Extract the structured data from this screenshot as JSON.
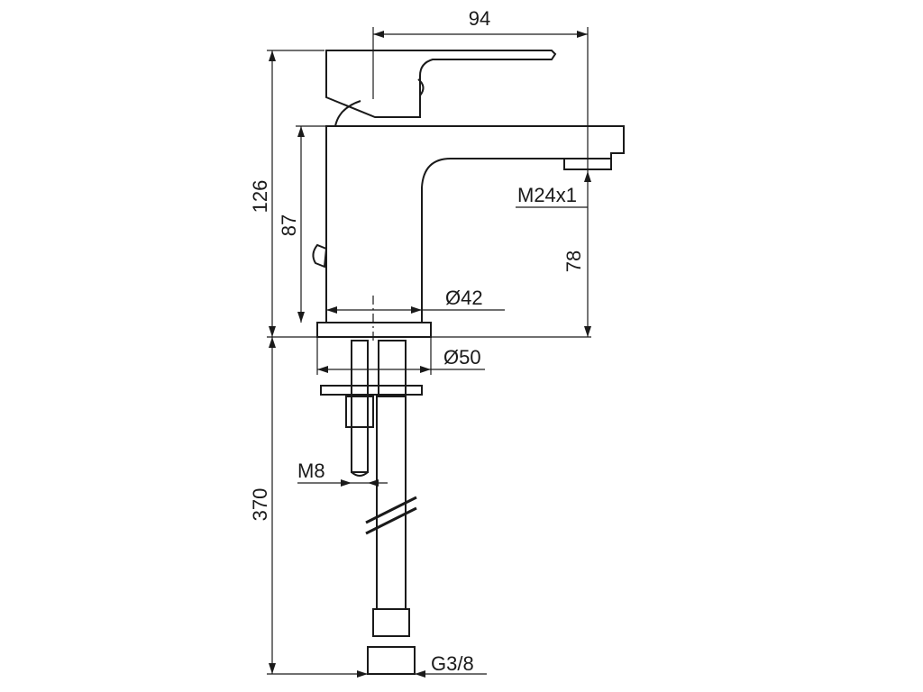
{
  "drawing": {
    "dimensions": {
      "width_top": "94",
      "height_total": "126",
      "height_body": "87",
      "spout_height": "78",
      "aerator_thread": "M24x1",
      "body_diameter": "Ø42",
      "base_diameter": "Ø50",
      "bolt_thread": "M8",
      "hose_length": "370",
      "hose_thread": "G3/8"
    }
  }
}
